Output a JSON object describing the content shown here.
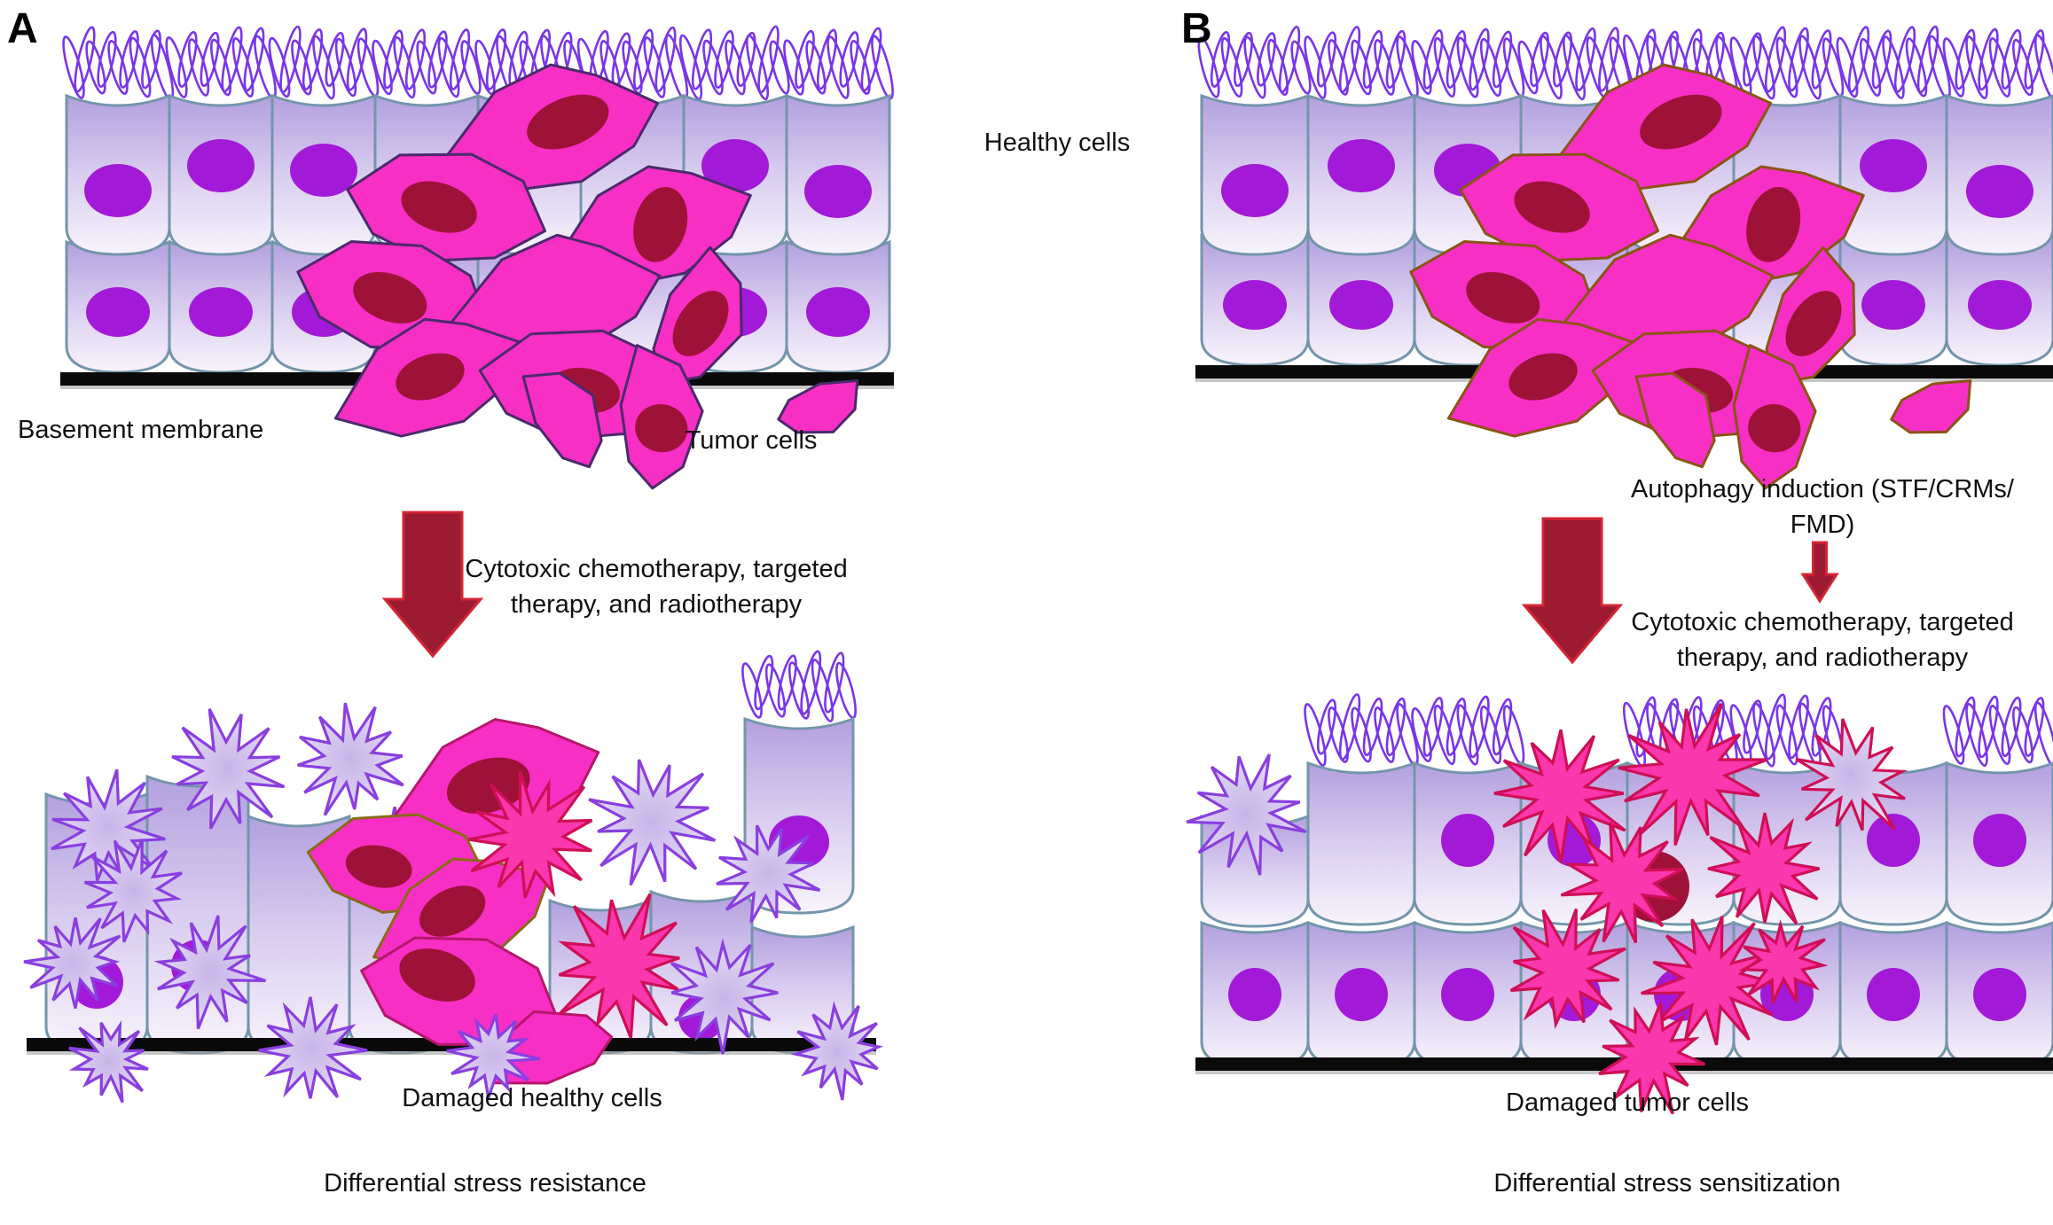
{
  "figure": {
    "panel_a": {
      "letter": "A",
      "basement_membrane_label": "Basement membrane",
      "tumor_cells_label": "Tumor cells",
      "treatment_line1": "Cytotoxic chemotherapy, targeted",
      "treatment_line2": "therapy, and radiotherapy",
      "damaged_label": "Damaged healthy cells",
      "caption": "Differential stress resistance"
    },
    "panel_b": {
      "letter": "B",
      "autophagy_line1": "Autophagy induction (STF/CRMs/",
      "autophagy_line2": "FMD)",
      "treatment_line1": "Cytotoxic chemotherapy, targeted",
      "treatment_line2": "therapy, and radiotherapy",
      "damaged_label": "Damaged tumor cells",
      "caption": "Differential stress sensitization"
    },
    "shared": {
      "healthy_cells_label": "Healthy cells"
    }
  },
  "colors": {
    "tumor_fill": "#f72fc4",
    "tumor_nucleus": "#9e1238",
    "tumor_outline_a": "#4b2a6b",
    "tumor_outline_b": "#8a5415",
    "tumor_outline_olive": "#8a6a15",
    "tumor_outline_crimson": "#b5176b",
    "healthy_fill_top": "#b3a0de",
    "healthy_fill_mid": "#d9cdf0",
    "healthy_fill_bottom": "#f8f4fc",
    "healthy_outline": "#7396ab",
    "healthy_nucleus": "#a21ad8",
    "cilia": "#7a35e8",
    "damaged_healthy_fill_in": "#c7b4e8",
    "damaged_healthy_fill_out": "#eae2f7",
    "damaged_healthy_outline": "#8a3fe0",
    "damaged_tumor_fill": "#fb37ae",
    "damaged_tumor_outline": "#cf0f55",
    "arrow_fill": "#9c1b33",
    "arrow_outline": "#d42534",
    "membrane": "#0a0a0a",
    "text": "#101010"
  }
}
